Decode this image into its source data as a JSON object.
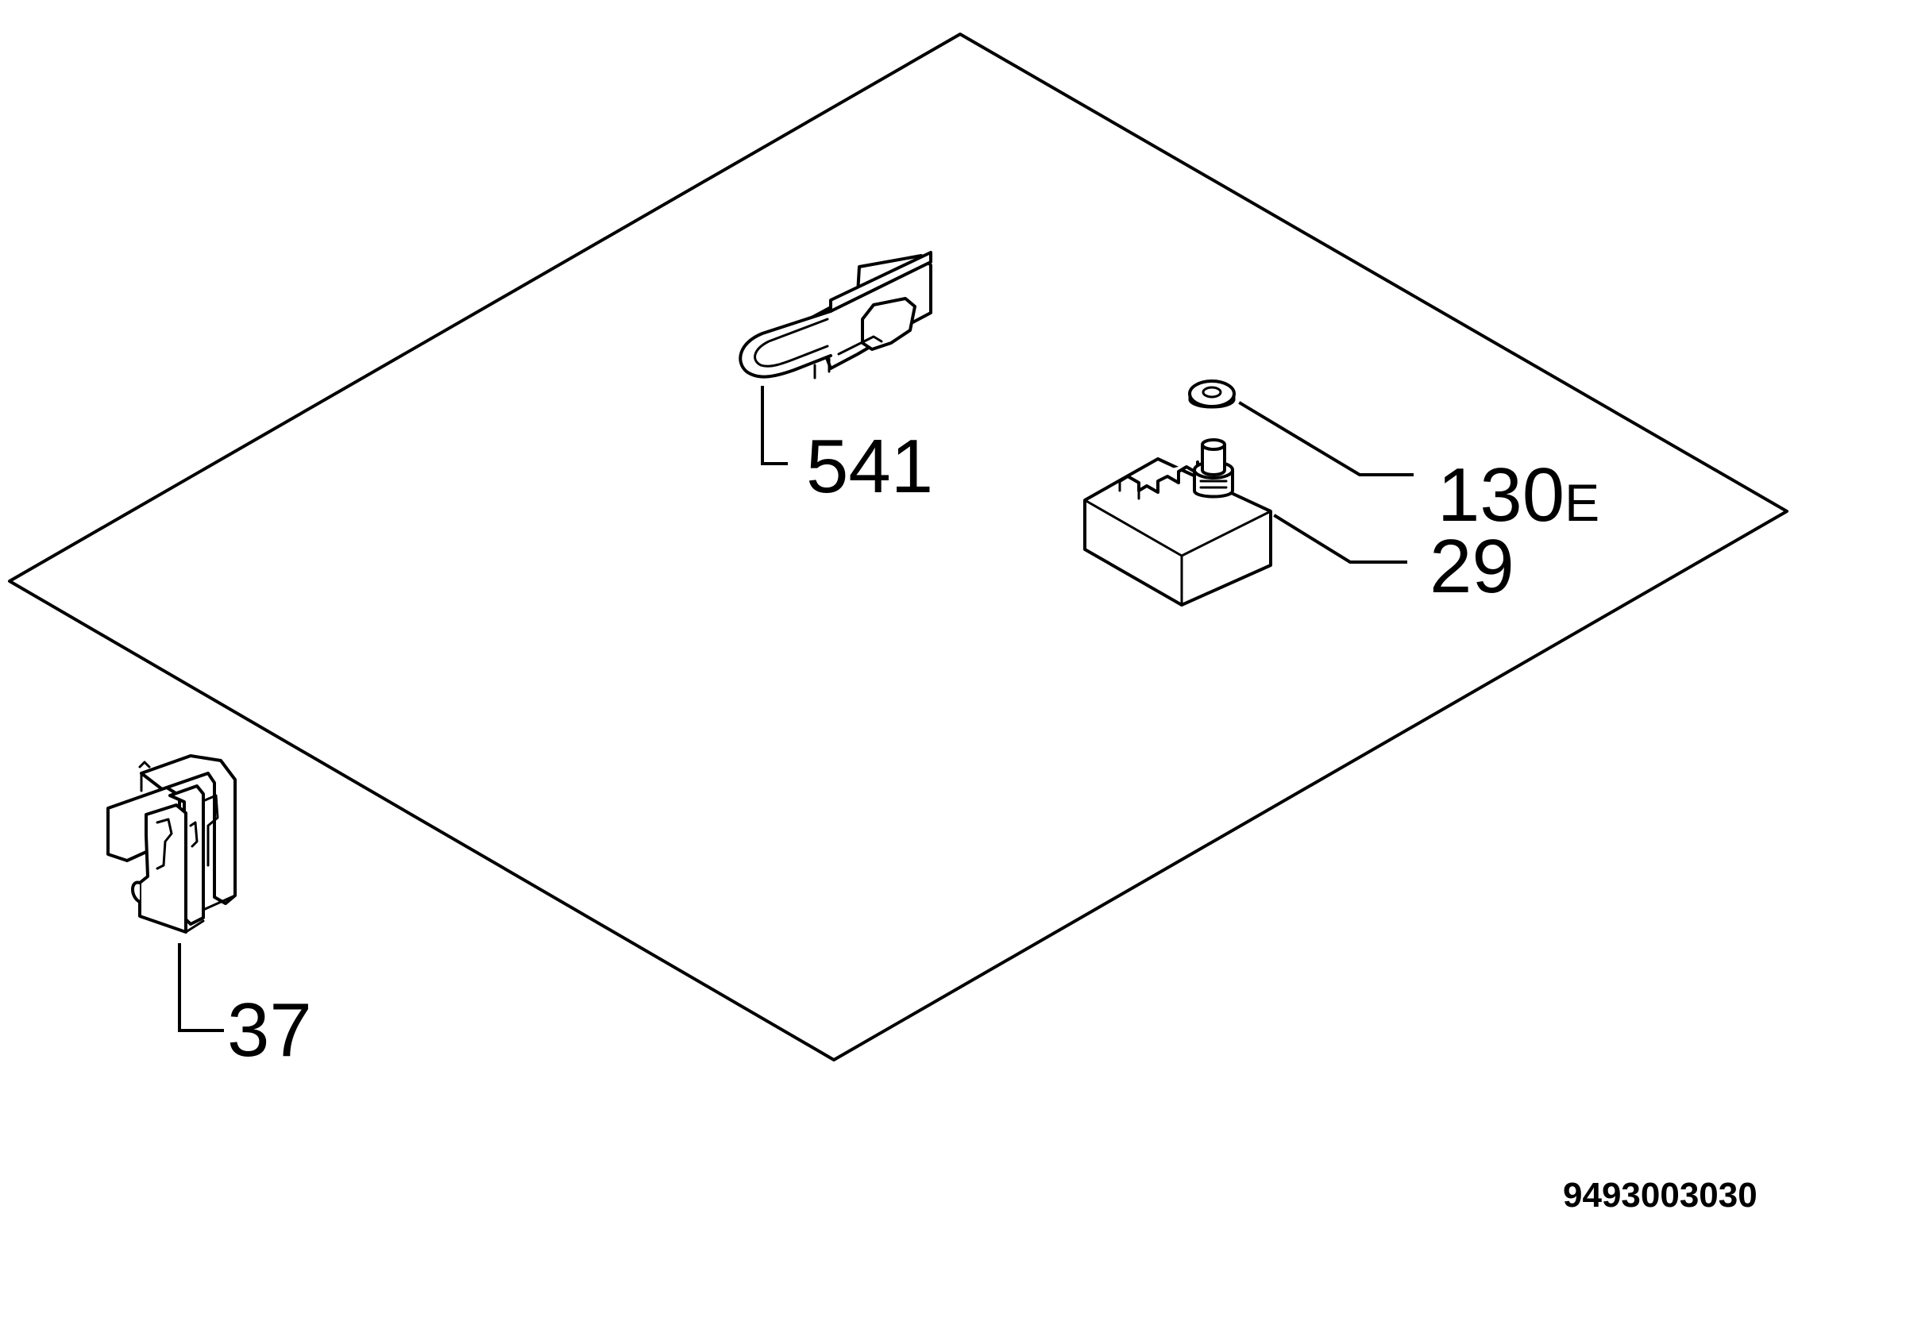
{
  "callouts": {
    "p541": "541",
    "p130": "130",
    "p130_suffix": "E",
    "p29": "29",
    "p37": "37"
  },
  "drawing_number": "9493003030",
  "colors": {
    "line": "#000000",
    "background": "#ffffff"
  }
}
